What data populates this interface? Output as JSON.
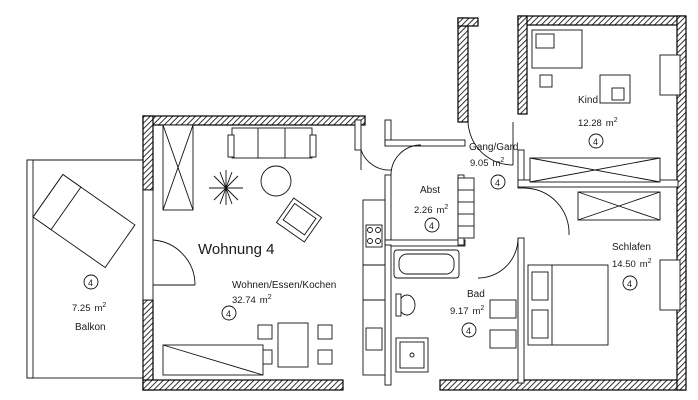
{
  "apartment": {
    "title": "Wohnung 4"
  },
  "rooms": {
    "wohnen": {
      "name": "Wohnen/Essen/Kochen",
      "area": "32.74",
      "unit": "m",
      "unit_sup": "2",
      "tag": "4"
    },
    "gang": {
      "name": "Gang/Gard",
      "area": "9.05",
      "unit": "m",
      "unit_sup": "2",
      "tag": "4"
    },
    "abst": {
      "name": "Abst",
      "area": "2.26",
      "unit": "m",
      "unit_sup": "2",
      "tag": "4"
    },
    "kind": {
      "name": "Kind",
      "area": "12.28",
      "unit": "m",
      "unit_sup": "2",
      "tag": "4"
    },
    "schlafen": {
      "name": "Schlafen",
      "area": "14.50",
      "unit": "m",
      "unit_sup": "2",
      "tag": "4"
    },
    "bad": {
      "name": "Bad",
      "area": "9.17",
      "unit": "m",
      "unit_sup": "2",
      "tag": "4"
    },
    "balkon": {
      "name": "Balkon",
      "area": "7.25",
      "unit": "m",
      "unit_sup": "2",
      "tag": "4"
    }
  },
  "icons": [
    "door-swing-icon",
    "bed-icon",
    "desk-icon",
    "sofa-icon",
    "armchair-icon",
    "plant-icon",
    "round-table-icon",
    "dining-table-icon",
    "chair-icon",
    "stove-icon",
    "sink-icon",
    "bathtub-icon",
    "toilet-icon",
    "shower-icon",
    "washbasin-icon",
    "wardrobe-icon",
    "lounger-icon",
    "window-icon"
  ],
  "colors": {
    "line": "#111111",
    "background": "#ffffff",
    "wall_hatch": "#000000"
  }
}
